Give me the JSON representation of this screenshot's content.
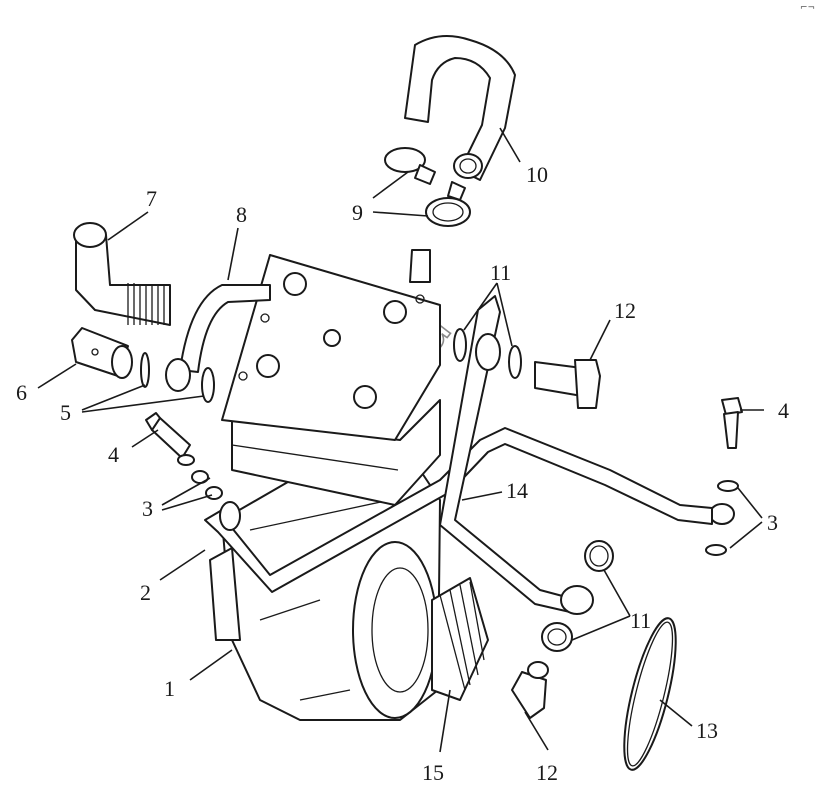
{
  "watermark": "zap-kam.ru",
  "corner_mark": "⌐¬",
  "callouts": [
    {
      "id": "c1",
      "label": "1"
    },
    {
      "id": "c2",
      "label": "2"
    },
    {
      "id": "c3a",
      "label": "3"
    },
    {
      "id": "c3b",
      "label": "3"
    },
    {
      "id": "c4a",
      "label": "4"
    },
    {
      "id": "c4b",
      "label": "4"
    },
    {
      "id": "c5",
      "label": "5"
    },
    {
      "id": "c6",
      "label": "6"
    },
    {
      "id": "c7",
      "label": "7"
    },
    {
      "id": "c8",
      "label": "8"
    },
    {
      "id": "c9",
      "label": "9"
    },
    {
      "id": "c10",
      "label": "10"
    },
    {
      "id": "c11a",
      "label": "11"
    },
    {
      "id": "c11b",
      "label": "11"
    },
    {
      "id": "c12a",
      "label": "12"
    },
    {
      "id": "c12b",
      "label": "12"
    },
    {
      "id": "c13",
      "label": "13"
    },
    {
      "id": "c14",
      "label": "14"
    },
    {
      "id": "c15",
      "label": "15"
    }
  ]
}
